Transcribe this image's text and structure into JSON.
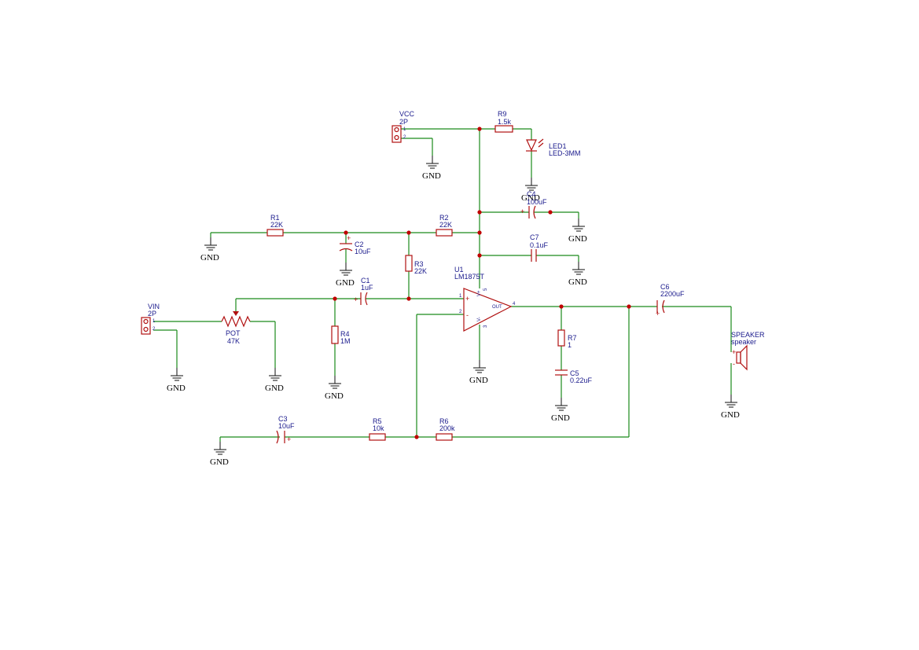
{
  "gnd_label": "GND",
  "plus_sign": "+",
  "minus_sign": "-",
  "components": {
    "vcc": {
      "ref": "VCC",
      "value": "2P",
      "pin1": "1",
      "pin2": "2"
    },
    "vin": {
      "ref": "VIN",
      "value": "2P",
      "pin1": "1",
      "pin2": "2"
    },
    "r9": {
      "ref": "R9",
      "value": "1.5k"
    },
    "led1": {
      "ref": "LED1",
      "value": "LED-3MM"
    },
    "c4": {
      "ref": "C4",
      "value": "100uF"
    },
    "r1": {
      "ref": "R1",
      "value": "22K"
    },
    "r2": {
      "ref": "R2",
      "value": "22K"
    },
    "c2": {
      "ref": "C2",
      "value": "10uF"
    },
    "c7": {
      "ref": "C7",
      "value": "0.1uF"
    },
    "r3": {
      "ref": "R3",
      "value": "22K"
    },
    "c1": {
      "ref": "C1",
      "value": "1uF"
    },
    "u1": {
      "ref": "U1",
      "value": "LM1875T",
      "out": "OUT",
      "vplus": "V+",
      "vminus": "V-",
      "pin1": "1",
      "pin2": "2",
      "pin3": "3",
      "pin4": "4",
      "pin5": "5"
    },
    "pot": {
      "ref": "POT",
      "value": "47K"
    },
    "r4": {
      "ref": "R4",
      "value": "1M"
    },
    "r7": {
      "ref": "R7",
      "value": "1"
    },
    "c5": {
      "ref": "C5",
      "value": "0.22uF"
    },
    "c6": {
      "ref": "C6",
      "value": "2200uF"
    },
    "speaker": {
      "ref": "SPEAKER",
      "value": "speaker"
    },
    "c3": {
      "ref": "C3",
      "value": "10uF"
    },
    "r5": {
      "ref": "R5",
      "value": "10k"
    },
    "r6": {
      "ref": "R6",
      "value": "200k"
    }
  }
}
